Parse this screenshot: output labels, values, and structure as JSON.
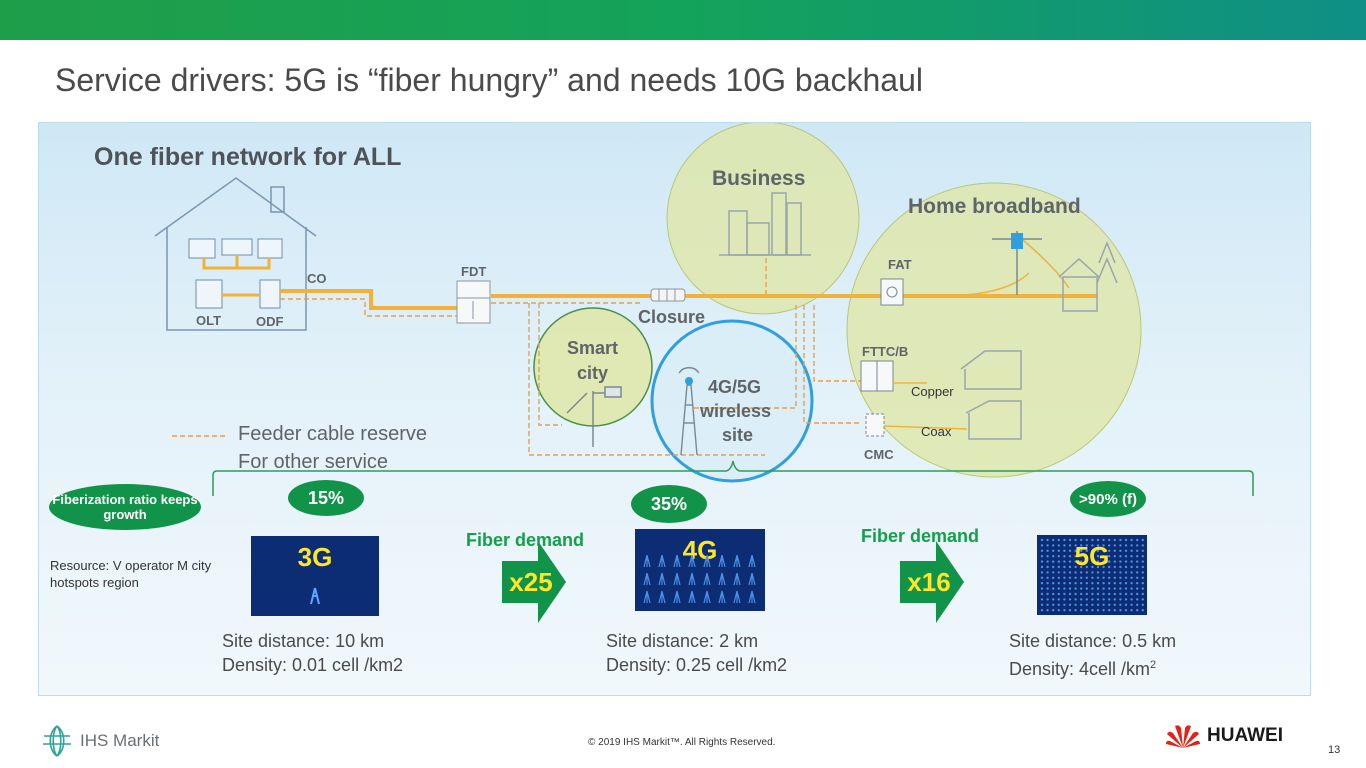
{
  "slide": {
    "title": "Service drivers: 5G is “fiber hungry” and needs 10G backhaul",
    "page_number": "13"
  },
  "diagram": {
    "heading": "One fiber network for ALL",
    "nodes": {
      "co": "CO",
      "olt": "OLT",
      "odf": "ODF",
      "fdt": "FDT",
      "closure": "Closure",
      "fat": "FAT",
      "fttcb": "FTTC/B",
      "cmc": "CMC",
      "copper": "Copper",
      "coax": "Coax"
    },
    "circles": {
      "business": "Business",
      "home": "Home broadband",
      "smart_city_1": "Smart",
      "smart_city_2": "city",
      "wireless_1": "4G/5G",
      "wireless_2": "wireless",
      "wireless_3": "site"
    },
    "legend": {
      "line1": "Feeder cable reserve",
      "line2": "For other service"
    },
    "colors": {
      "fiber": "#f0b23a",
      "circle_green": "#dfe6a7",
      "wireless_border": "#2f9fe0",
      "accent_green": "#12934a"
    }
  },
  "evolution": {
    "badge": "Fiberization ratio keeps growth",
    "resource": "Resource: V operator M city hotspots region",
    "stages": [
      {
        "ratio": "15%",
        "gen": "3G",
        "distance": "Site distance: 10 km",
        "density": "Density: 0.01 cell /km2"
      },
      {
        "ratio": "35%",
        "gen": "4G",
        "distance": "Site distance: 2 km",
        "density": "Density:  0.25 cell /km2"
      },
      {
        "ratio": ">90% (f)",
        "gen": "5G",
        "distance": "Site distance: 0.5 km",
        "density": "Density: 4cell /km",
        "density_sup": "2"
      }
    ],
    "demand": [
      {
        "label": "Fiber demand",
        "factor": "x25"
      },
      {
        "label": "Fiber demand",
        "factor": "x16"
      }
    ]
  },
  "footer": {
    "left_logo": "IHS Markit",
    "copyright": "© 2019 IHS Markit™. All Rights Reserved.",
    "right_logo": "HUAWEI"
  }
}
